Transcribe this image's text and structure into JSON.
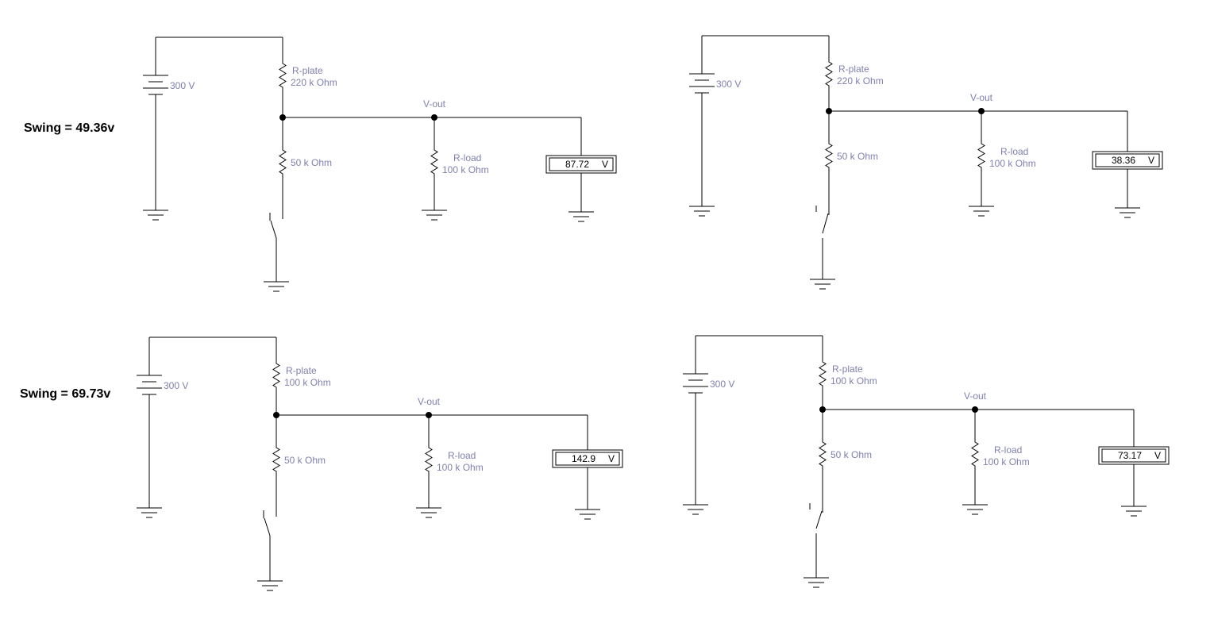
{
  "circuits": [
    {
      "swing": "Swing = 49.36v",
      "battery_label": "300 V",
      "rplate_name": "R-plate",
      "rplate_value": "220 k Ohm",
      "rlower_value": "50 k Ohm",
      "vout_label": "V-out",
      "rload_name": "R-load",
      "rload_value": "100 k Ohm",
      "meter_value": "87.72",
      "meter_unit": "V",
      "switch_state": "open"
    },
    {
      "swing": "",
      "battery_label": "300 V",
      "rplate_name": "R-plate",
      "rplate_value": "220 k Ohm",
      "rlower_value": "50 k Ohm",
      "vout_label": "V-out",
      "rload_name": "R-load",
      "rload_value": "100 k Ohm",
      "meter_value": "38.36",
      "meter_unit": "V",
      "switch_state": "closed"
    },
    {
      "swing": "Swing = 69.73v",
      "battery_label": "300 V",
      "rplate_name": "R-plate",
      "rplate_value": "100 k Ohm",
      "rlower_value": "50 k Ohm",
      "vout_label": "V-out",
      "rload_name": "R-load",
      "rload_value": "100 k Ohm",
      "meter_value": "142.9",
      "meter_unit": "V",
      "switch_state": "open"
    },
    {
      "swing": "",
      "battery_label": "300 V",
      "rplate_name": "R-plate",
      "rplate_value": "100 k Ohm",
      "rlower_value": "50 k Ohm",
      "vout_label": "V-out",
      "rload_name": "R-load",
      "rload_value": "100 k Ohm",
      "meter_value": "73.17",
      "meter_unit": "V",
      "switch_state": "closed"
    }
  ],
  "colors": {
    "wire": "#000000",
    "label": "#8080b0",
    "background": "#ffffff"
  }
}
